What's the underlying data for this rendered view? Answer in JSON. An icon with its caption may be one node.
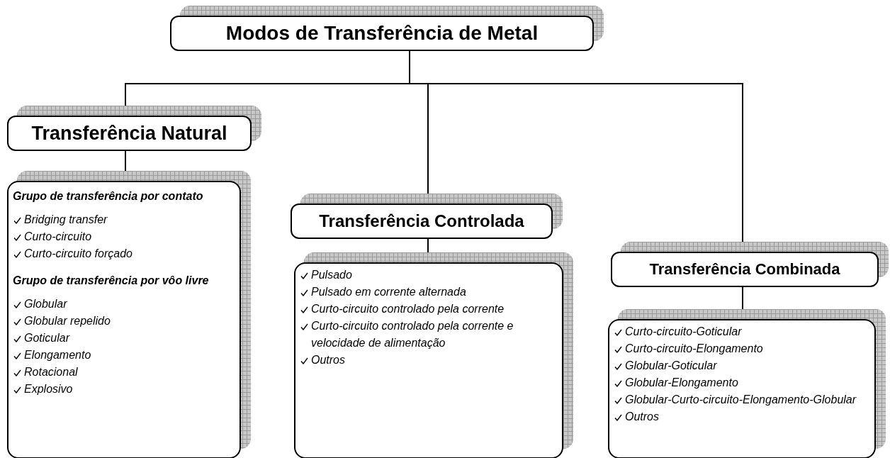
{
  "diagram": {
    "nodes": [
      {
        "text": [
          "Modos de Transferência de Metal"
        ]
      },
      {
        "text": [
          "Transferência Natural"
        ]
      },
      {
        "text": [
          "Grupo de transferência por contato",
          "Bridging transfer",
          "Curto-circuito",
          "Curto-circuito forçado",
          "Grupo de transferência por vôo livre",
          "Globular",
          "Globular repelido",
          "Goticular",
          "Elongamento",
          "Rotacional",
          "Explosivo"
        ]
      },
      {
        "text": [
          "Transferência Controlada"
        ]
      },
      {
        "text": [
          "Pulsado",
          "Pulsado em corrente alternada",
          "Curto-circuito controlado pela corrente",
          "Curto-circuito controlado pela corrente e velocidade de alimentação",
          "Outros"
        ]
      },
      {
        "text": [
          "Transferência Combinada"
        ]
      },
      {
        "text": [
          "Curto-circuito-Goticular",
          "Curto-circuito-Elongamento",
          "Globular-Goticular",
          "Globular-Elongamento",
          "Globular-Curto-circuito-Elongamento-Globular",
          "Outros"
        ]
      }
    ],
    "edges": [
      {
        "from": 0,
        "to": 1,
        "arrow": "none"
      },
      {
        "from": 0,
        "to": 3,
        "arrow": "none"
      },
      {
        "from": 0,
        "to": 5,
        "arrow": "none"
      },
      {
        "from": 1,
        "to": 2,
        "arrow": "none"
      },
      {
        "from": 3,
        "to": 4,
        "arrow": "none"
      },
      {
        "from": 5,
        "to": 6,
        "arrow": "none"
      }
    ]
  }
}
